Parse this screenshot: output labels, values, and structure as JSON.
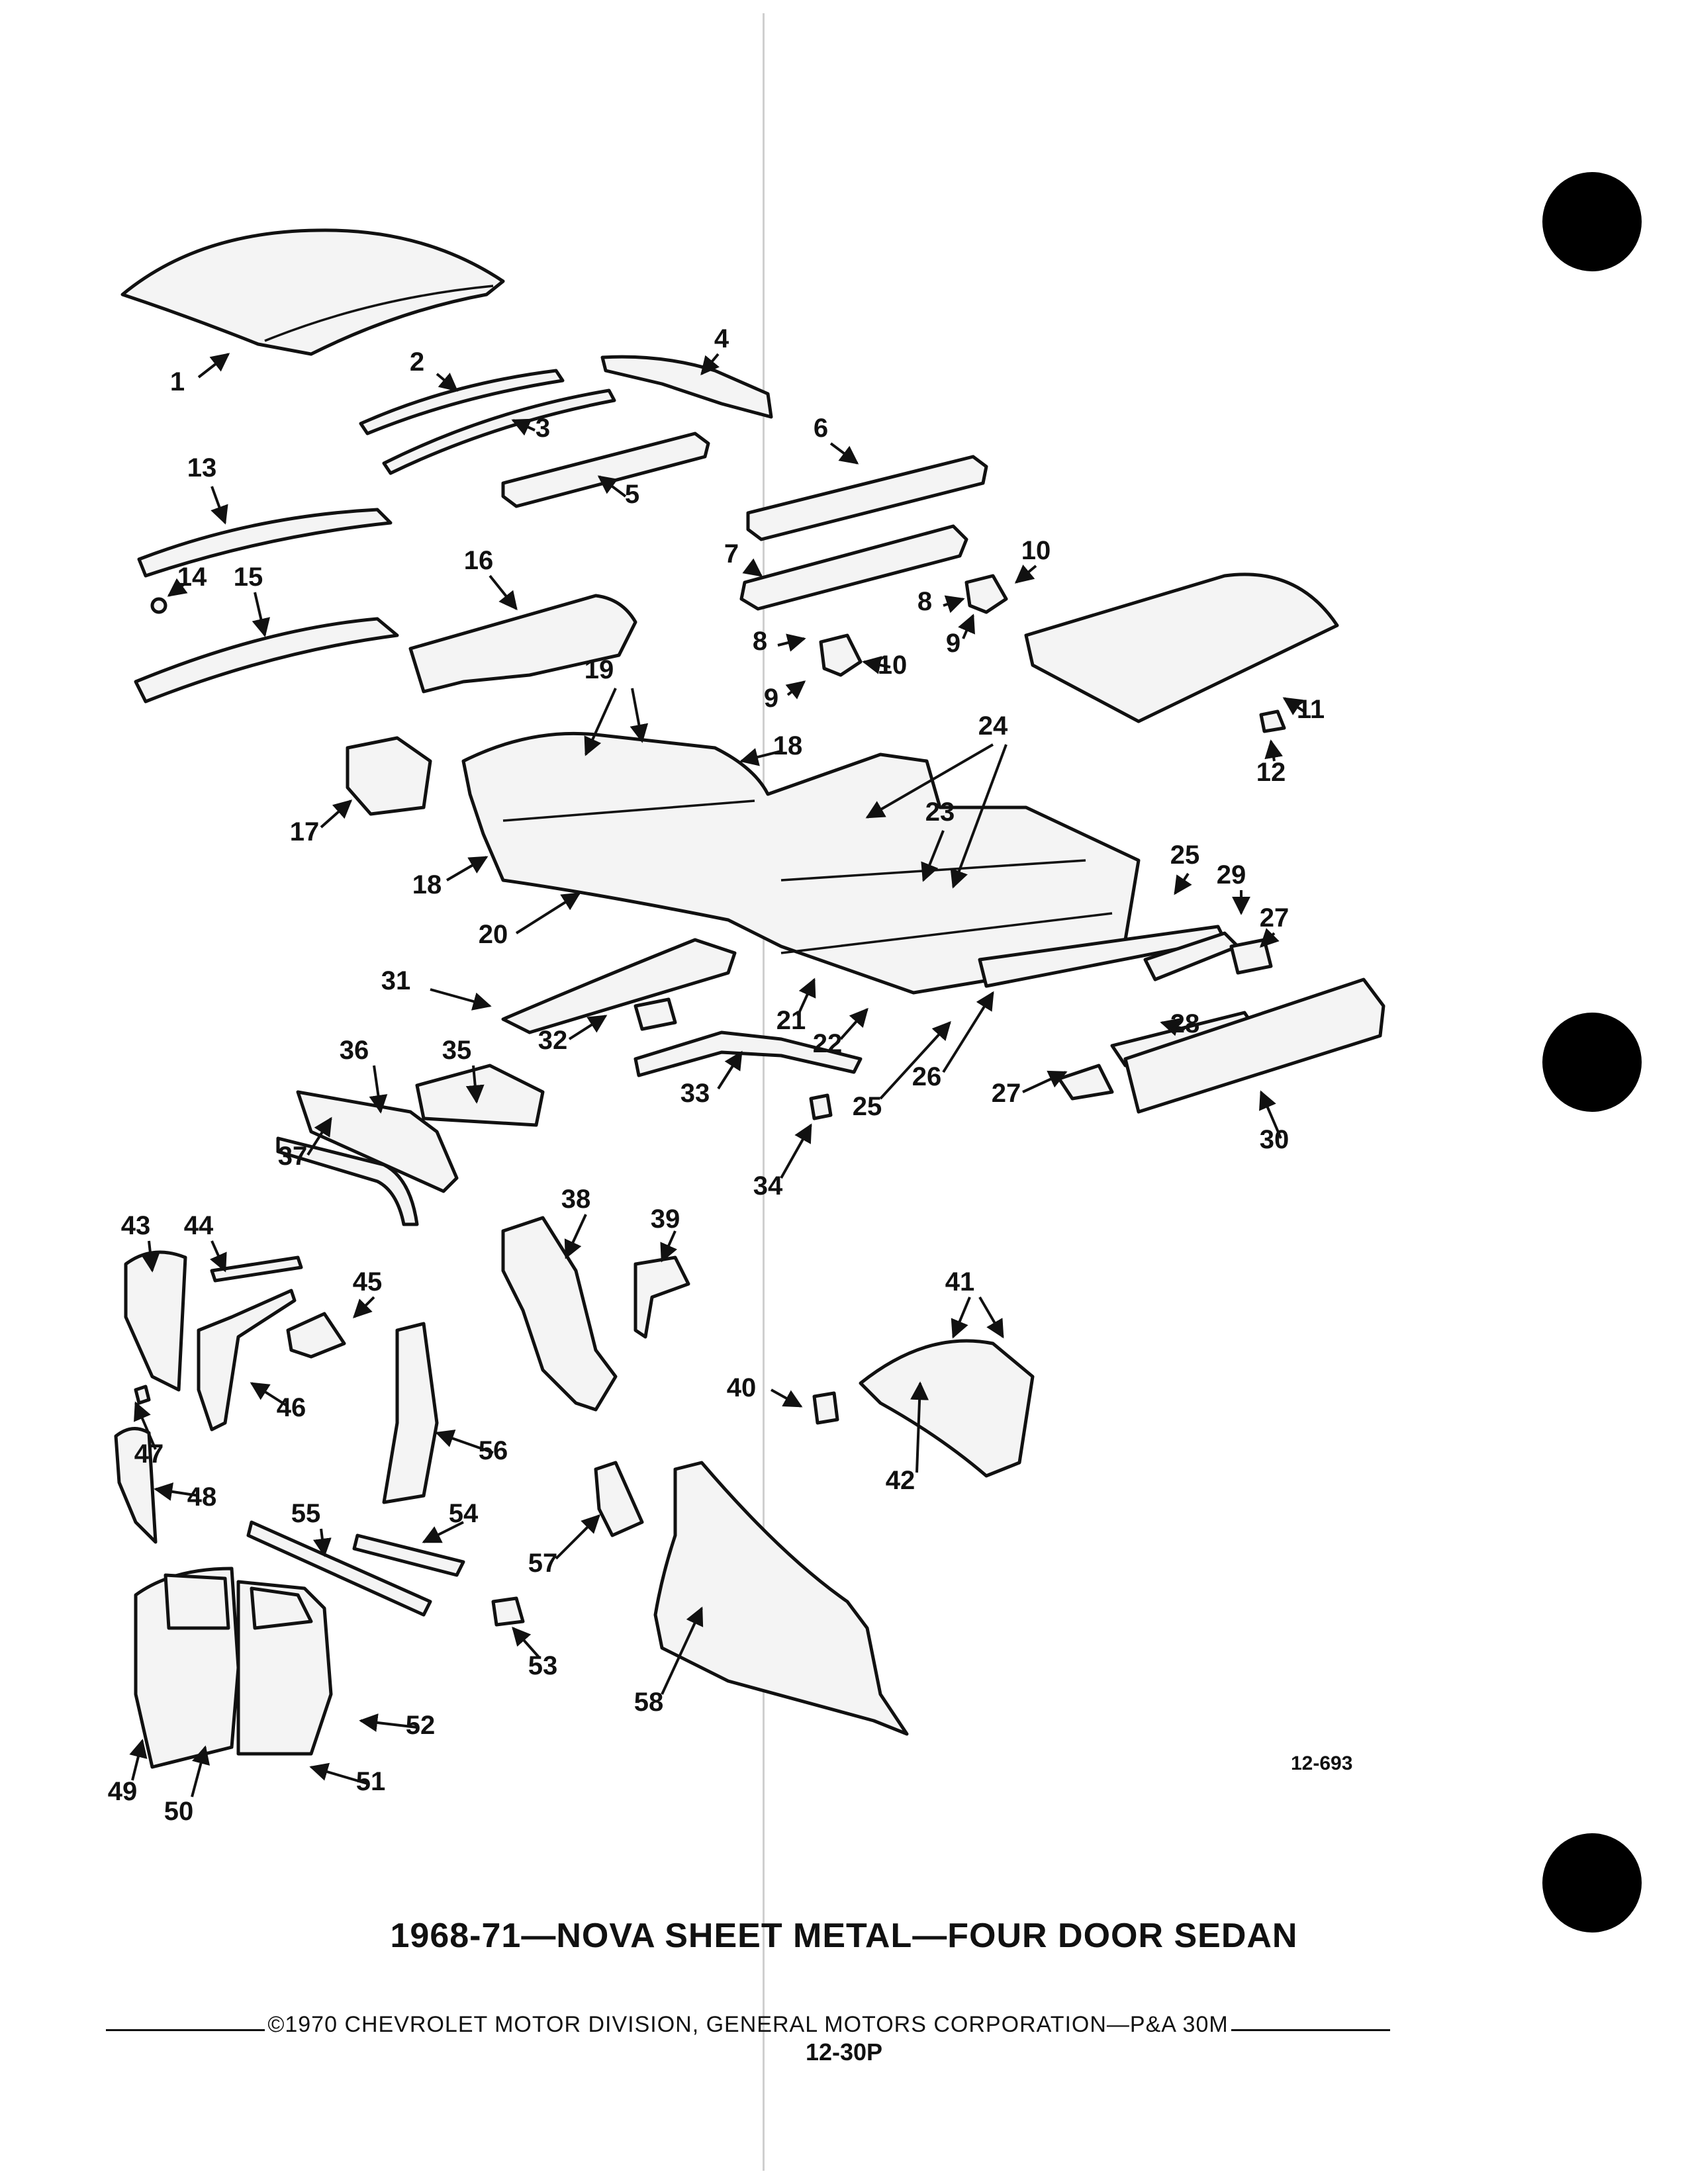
{
  "title": "1968-71—NOVA SHEET METAL—FOUR DOOR SEDAN",
  "figure_number": "12-693",
  "footer": "©1970 CHEVROLET MOTOR DIVISION, GENERAL MOTORS CORPORATION—P&A 30M",
  "page_number": "12-30P",
  "callouts": [
    "1",
    "2",
    "3",
    "4",
    "5",
    "6",
    "7",
    "8",
    "9",
    "10",
    "11",
    "12",
    "13",
    "14",
    "15",
    "16",
    "17",
    "18",
    "19",
    "20",
    "21",
    "22",
    "23",
    "24",
    "25",
    "26",
    "27",
    "28",
    "29",
    "30",
    "31",
    "32",
    "33",
    "34",
    "35",
    "36",
    "37",
    "38",
    "39",
    "40",
    "41",
    "42",
    "43",
    "44",
    "45",
    "46",
    "47",
    "48",
    "49",
    "50",
    "51",
    "52",
    "53",
    "54",
    "55",
    "56",
    "57",
    "58"
  ]
}
